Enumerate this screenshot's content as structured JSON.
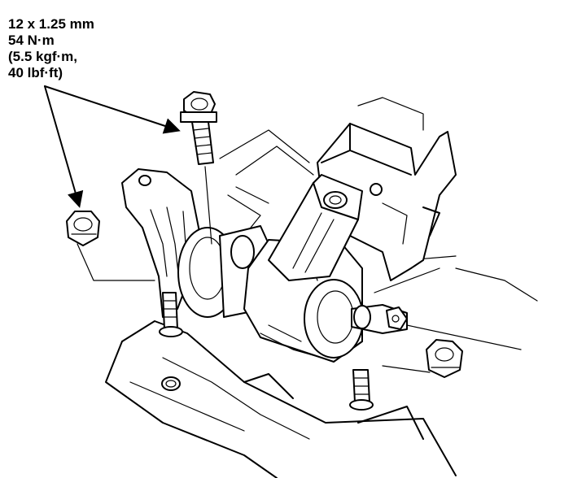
{
  "spec": {
    "thread": "12 x 1.25 mm",
    "torque_nm": "54 N·m",
    "torque_kgf": "(5.5 kgf·m,",
    "torque_lbf": "40 lbf·ft)"
  },
  "colors": {
    "ink": "#000000",
    "paper": "#ffffff"
  }
}
